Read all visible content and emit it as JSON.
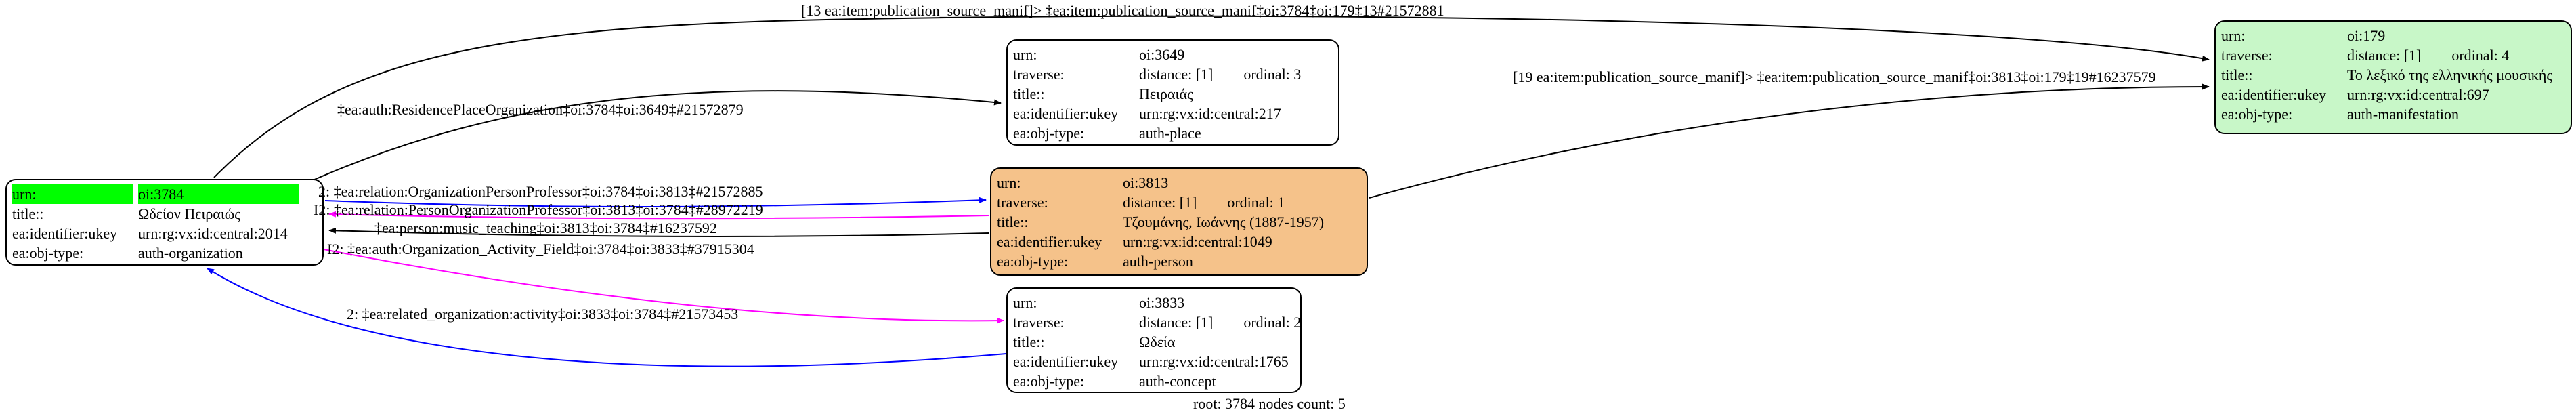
{
  "colors": {
    "root_header_green": "#00ff00",
    "person_node_fill": "#f5c28a",
    "manifestation_node_fill": "#c8f7c8",
    "default_node_fill": "#ffffff",
    "edge_black": "#000000",
    "edge_blue": "#0000ff",
    "edge_magenta": "#ff00ff"
  },
  "nodes": [
    {
      "id": "oi:3784",
      "rows": [
        {
          "key": "urn:",
          "value": "oi:3784"
        },
        {
          "key": "title::",
          "value": "Ωδείον Πειραιώς"
        },
        {
          "key": "ea:identifier:ukey",
          "value": "urn:rg:vx:id:central:2014"
        },
        {
          "key": "ea:obj-type:",
          "value": "auth-organization"
        }
      ]
    },
    {
      "id": "oi:3649",
      "rows": [
        {
          "key": "urn:",
          "value": "oi:3649"
        },
        {
          "key": "traverse:",
          "value": "distance: [1]",
          "value2": "ordinal: 3"
        },
        {
          "key": "title::",
          "value": "Πειραιάς"
        },
        {
          "key": "ea:identifier:ukey",
          "value": "urn:rg:vx:id:central:217"
        },
        {
          "key": "ea:obj-type:",
          "value": "auth-place"
        }
      ]
    },
    {
      "id": "oi:3813",
      "rows": [
        {
          "key": "urn:",
          "value": "oi:3813"
        },
        {
          "key": "traverse:",
          "value": "distance: [1]",
          "value2": "ordinal: 1"
        },
        {
          "key": "title::",
          "value": "Τζουμάνης, Ιωάννης (1887-1957)"
        },
        {
          "key": "ea:identifier:ukey",
          "value": "urn:rg:vx:id:central:1049"
        },
        {
          "key": "ea:obj-type:",
          "value": "auth-person"
        }
      ]
    },
    {
      "id": "oi:3833",
      "rows": [
        {
          "key": "urn:",
          "value": "oi:3833"
        },
        {
          "key": "traverse:",
          "value": "distance: [1]",
          "value2": "ordinal: 2"
        },
        {
          "key": "title::",
          "value": "Ωδεία"
        },
        {
          "key": "ea:identifier:ukey",
          "value": "urn:rg:vx:id:central:1765"
        },
        {
          "key": "ea:obj-type:",
          "value": "auth-concept"
        }
      ]
    },
    {
      "id": "oi:179",
      "rows": [
        {
          "key": "urn:",
          "value": "oi:179"
        },
        {
          "key": "traverse:",
          "value": "distance: [1]",
          "value2": "ordinal: 4"
        },
        {
          "key": "title::",
          "value": "Το λεξικό της ελληνικής μουσικής"
        },
        {
          "key": "ea:identifier:ukey",
          "value": "urn:rg:vx:id:central:697"
        },
        {
          "key": "ea:obj-type:",
          "value": "auth-manifestation"
        }
      ]
    }
  ],
  "edges": [
    {
      "name": "publication-source-manif-13",
      "color": "#000000",
      "from": "oi:3784",
      "to": "oi:179",
      "label": "[13 ea:item:publication_source_manif]> ‡ea:item:publication_source_manif‡oi:3784‡oi:179‡13#21572881"
    },
    {
      "name": "residence-place-organization",
      "color": "#000000",
      "from": "oi:3784",
      "to": "oi:3649",
      "label": "‡ea:auth:ResidencePlaceOrganization‡oi:3784‡oi:3649‡#21572879"
    },
    {
      "name": "publication-source-manif-19",
      "color": "#000000",
      "from": "oi:3813",
      "to": "oi:179",
      "label": "[19 ea:item:publication_source_manif]> ‡ea:item:publication_source_manif‡oi:3813‡oi:179‡19#16237579"
    },
    {
      "name": "organization-person-professor",
      "color": "#0000ff",
      "from": "oi:3784",
      "to": "oi:3813",
      "label": "2: ‡ea:relation:OrganizationPersonProfessor‡oi:3784‡oi:3813‡#21572885"
    },
    {
      "name": "person-organization-professor",
      "color": "#ff00ff",
      "from": "oi:3813",
      "to": "oi:3784",
      "label": "I2: ‡ea:relation:PersonOrganizationProfessor‡oi:3813‡oi:3784‡#28972219"
    },
    {
      "name": "person-music-teaching",
      "color": "#000000",
      "from": "oi:3813",
      "to": "oi:3784",
      "label": "‡ea:person:music_teaching‡oi:3813‡oi:3784‡#16237592"
    },
    {
      "name": "organization-activity-field",
      "color": "#ff00ff",
      "from": "oi:3784",
      "to": "oi:3833",
      "label": "I2: ‡ea:auth:Organization_Activity_Field‡oi:3784‡oi:3833‡#37915304"
    },
    {
      "name": "related-organization-activity",
      "color": "#0000ff",
      "from": "oi:3833",
      "to": "oi:3784",
      "label": "2: ‡ea:related_organization:activity‡oi:3833‡oi:3784‡#21573453"
    }
  ],
  "footer": {
    "root_label": "root: 3784 nodes count: 5"
  }
}
